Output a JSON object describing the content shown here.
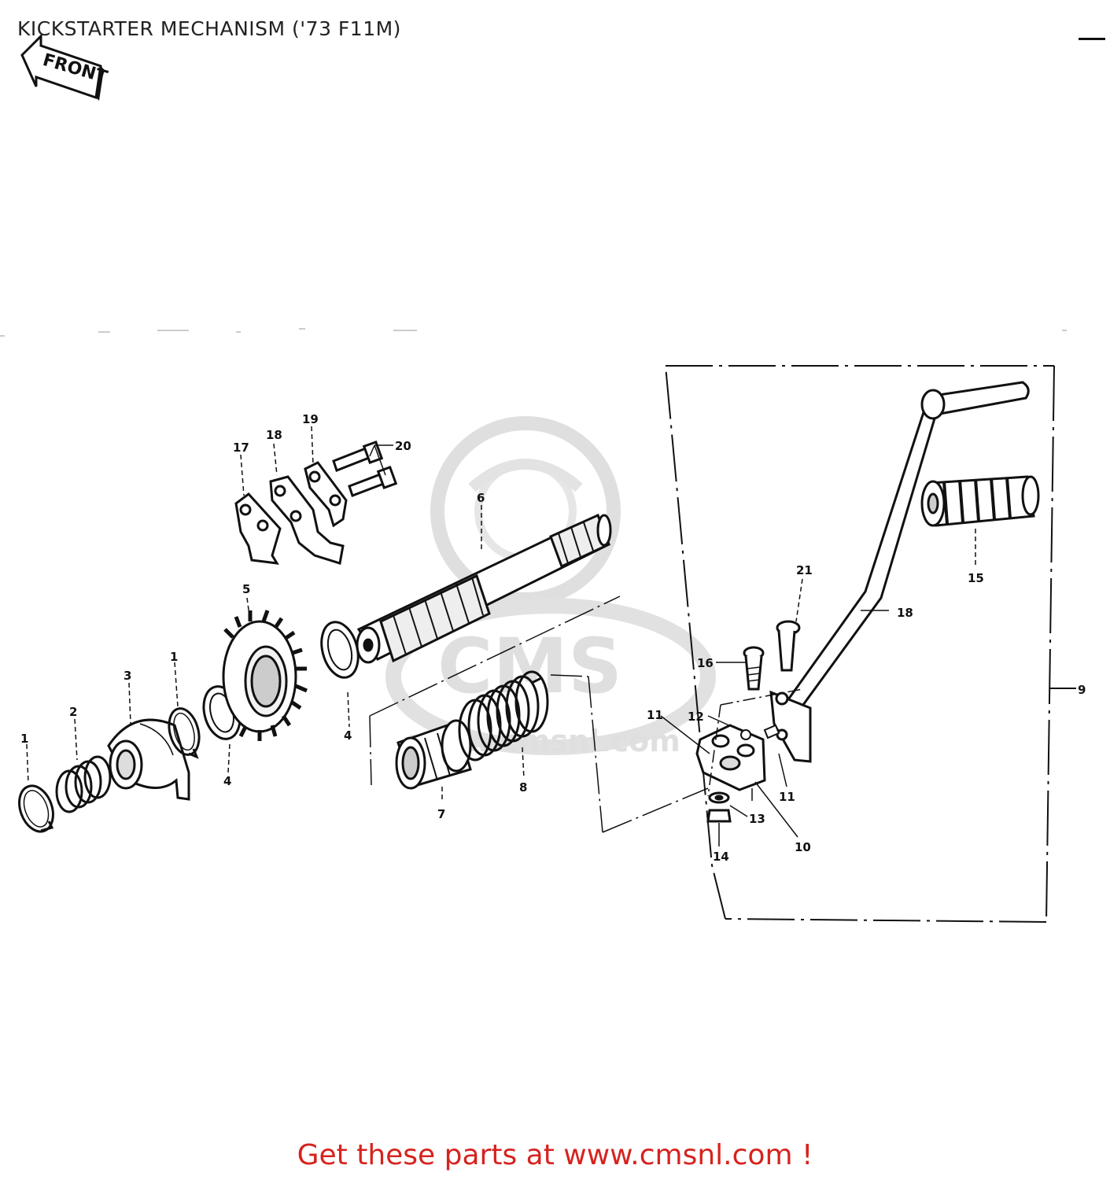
{
  "title": "KICKSTARTER MECHANISM ('73 F11M)",
  "front_label": "FRONT",
  "watermark": {
    "logo": "CMS",
    "site": "www.cmsnl.com"
  },
  "footer": "Get these parts at www.cmsnl.com !",
  "colors": {
    "footer": "#d6231f",
    "line": "#111111",
    "watermark": "#dcdcdc"
  },
  "callouts": [
    "1",
    "1",
    "2",
    "3",
    "4",
    "4",
    "5",
    "6",
    "7",
    "8",
    "9",
    "10",
    "11",
    "11",
    "12",
    "13",
    "14",
    "15",
    "16",
    "17",
    "18",
    "18",
    "19",
    "20",
    "21"
  ]
}
